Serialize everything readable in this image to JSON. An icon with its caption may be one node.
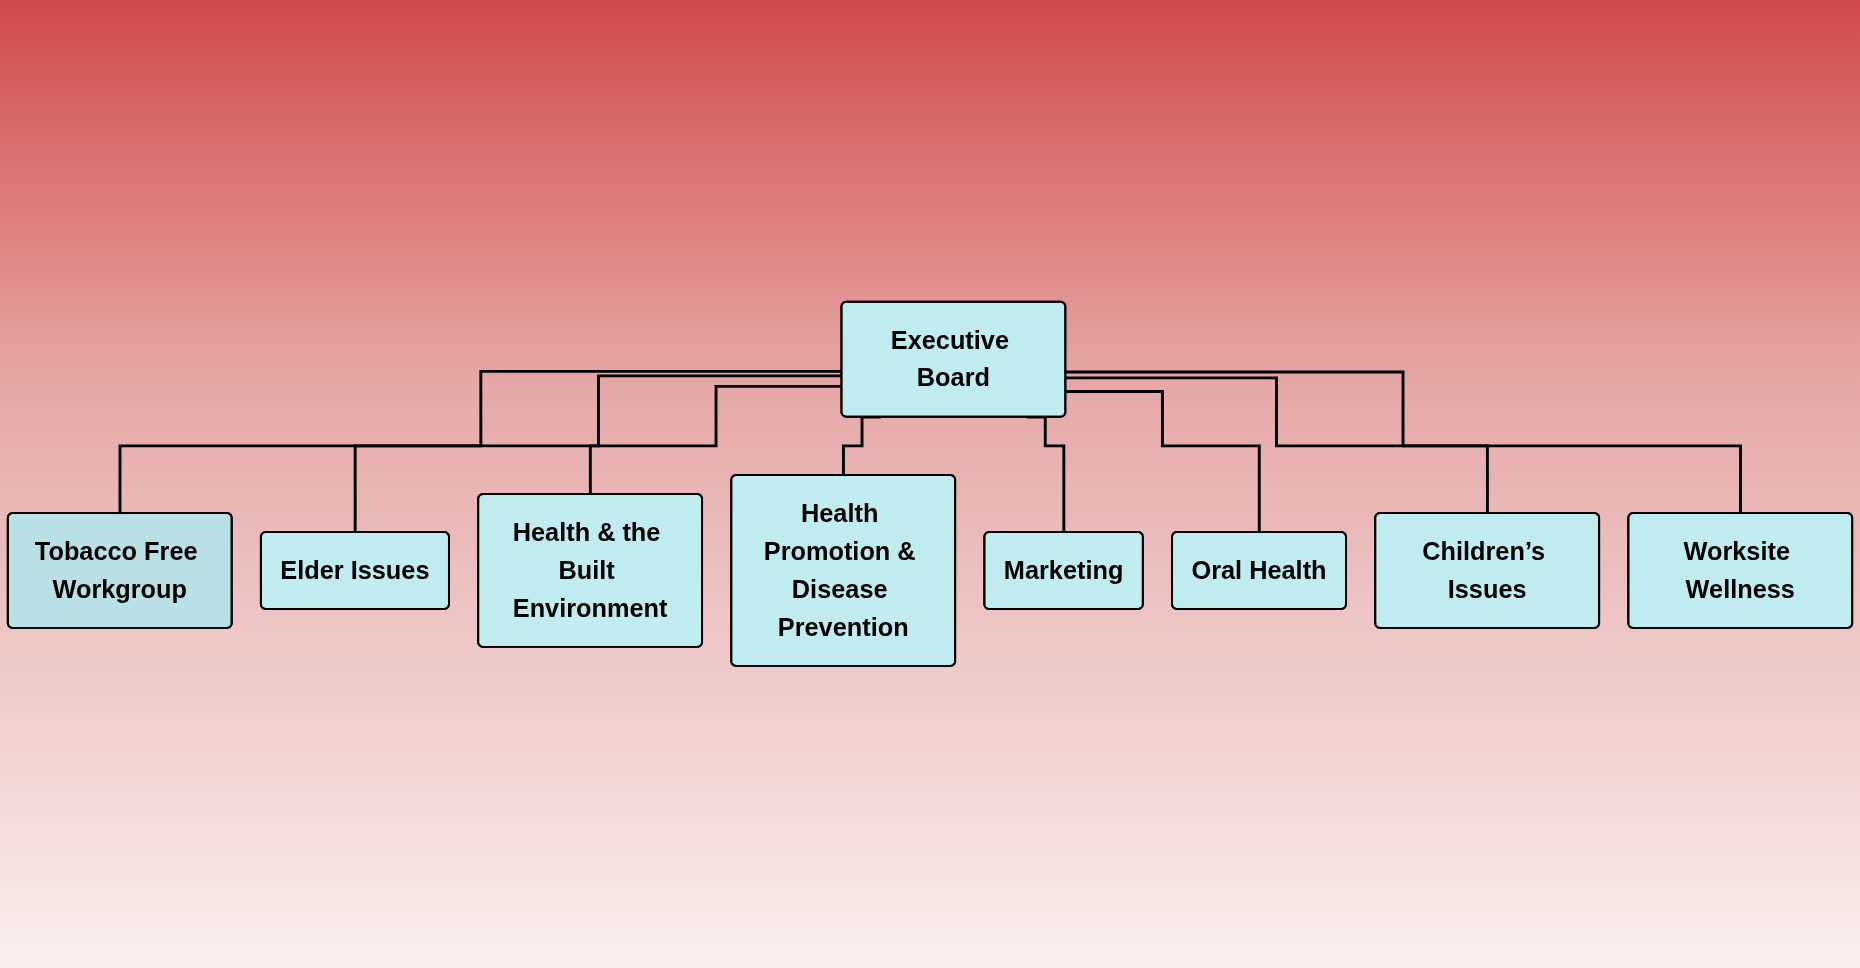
{
  "diagram": {
    "nodes": [
      {
        "text": [
          "Executive Board"
        ]
      },
      {
        "text": [
          "Tobacco Free Workgroup"
        ]
      },
      {
        "text": [
          "Elder Issues"
        ]
      },
      {
        "text": [
          "Health & the Built Environment"
        ]
      },
      {
        "text": [
          "Health Promotion & Disease Prevention"
        ]
      },
      {
        "text": [
          "Marketing"
        ]
      },
      {
        "text": [
          "Oral Health"
        ]
      },
      {
        "text": [
          "Children’s Issues"
        ]
      },
      {
        "text": [
          "Worksite Wellness"
        ]
      }
    ],
    "edges": [
      {
        "from": 0,
        "to": 1,
        "arrow": "none"
      },
      {
        "from": 0,
        "to": 2,
        "arrow": "none"
      },
      {
        "from": 0,
        "to": 3,
        "arrow": "none"
      },
      {
        "from": 0,
        "to": 4,
        "arrow": "none"
      },
      {
        "from": 0,
        "to": 5,
        "arrow": "none"
      },
      {
        "from": 0,
        "to": 6,
        "arrow": "none"
      },
      {
        "from": 0,
        "to": 7,
        "arrow": "none"
      },
      {
        "from": 0,
        "to": 8,
        "arrow": "none"
      }
    ]
  }
}
